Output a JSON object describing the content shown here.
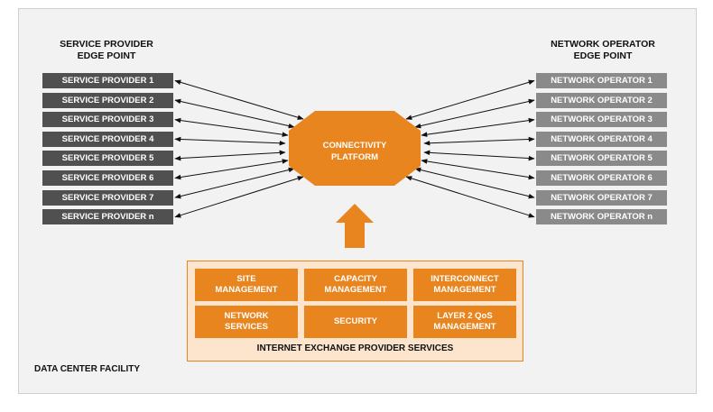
{
  "headers": {
    "left": [
      "SERVICE PROVIDER",
      "EDGE POINT"
    ],
    "right": [
      "NETWORK OPERATOR",
      "EDGE POINT"
    ]
  },
  "service_providers": [
    "SERVICE PROVIDER 1",
    "SERVICE PROVIDER 2",
    "SERVICE PROVIDER 3",
    "SERVICE PROVIDER 4",
    "SERVICE PROVIDER 5",
    "SERVICE PROVIDER 6",
    "SERVICE PROVIDER 7",
    "SERVICE PROVIDER n"
  ],
  "network_operators": [
    "NETWORK OPERATOR  1",
    "NETWORK OPERATOR 2",
    "NETWORK OPERATOR 3",
    "NETWORK OPERATOR 4",
    "NETWORK OPERATOR 5",
    "NETWORK OPERATOR 6",
    "NETWORK OPERATOR 7",
    "NETWORK OPERATOR n"
  ],
  "platform": [
    "CONNECTIVITY",
    "PLATFORM"
  ],
  "services": {
    "cells": [
      [
        "SITE",
        "MANAGEMENT"
      ],
      [
        "CAPACITY",
        "MANAGEMENT"
      ],
      [
        "INTERCONNECT",
        "MANAGEMENT"
      ],
      [
        "NETWORK",
        "SERVICES"
      ],
      [
        "SECURITY"
      ],
      [
        "LAYER 2 QoS",
        "MANAGEMENT"
      ]
    ],
    "footer": "INTERNET EXCHANGE PROVIDER SERVICES"
  },
  "facility_label": "DATA CENTER FACILITY",
  "colors": {
    "orange": "#e8851f",
    "provider_box": "#505050",
    "operator_box": "#8a8a8a",
    "services_bg": "#fde4cc"
  }
}
